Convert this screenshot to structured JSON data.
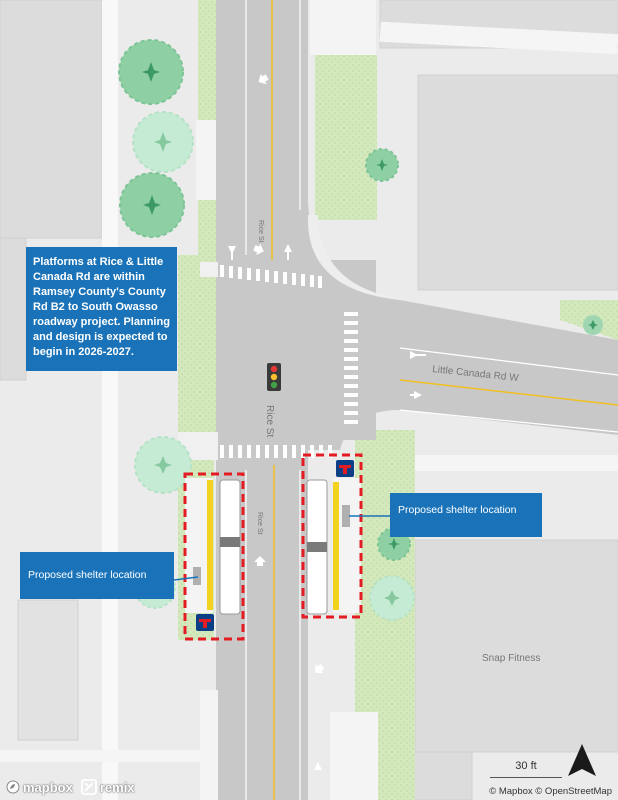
{
  "map": {
    "streets": {
      "main": "Rice St",
      "main_small": "Rice St",
      "cross": "Little Canada Rd W"
    },
    "place_label": "Snap Fitness",
    "notes": {
      "project": "Platforms at Rice & Little Canada Rd are within Ramsey County's County Rd B2 to South Owasso roadway project. Planning and design is expected to begin in 2026-2027.",
      "shelter_left": "Proposed shelter location",
      "shelter_right": "Proposed shelter location"
    },
    "scale_label": "30 ft",
    "attribution": "© Mapbox © OpenStreetMap",
    "logos": {
      "mapbox": "mapbox",
      "remix": "remix"
    },
    "icons": [
      "metro-transit-logo-icon",
      "traffic-signal-icon",
      "lane-arrow-icon",
      "north-arrow-icon",
      "tree-icon"
    ],
    "colors": {
      "road": "#c8c8c8",
      "building": "#dcdcdc",
      "green": "#cfe5b4",
      "callout": "#1a73b8",
      "platform_outline": "#e31b23",
      "platform_stripe": "#f4d320",
      "centerline": "#f0c020",
      "tree": "#8ed0a4"
    }
  }
}
